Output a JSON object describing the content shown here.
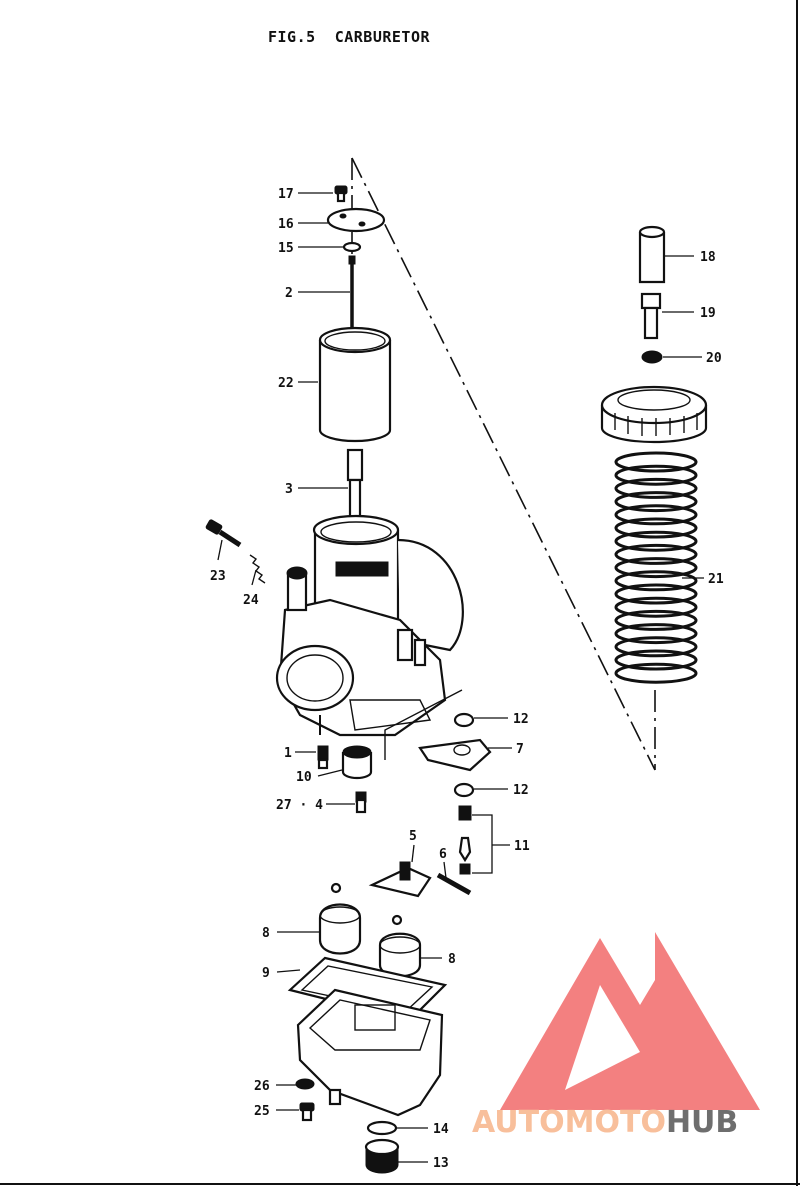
{
  "title": "FIG.5  CARBURETOR",
  "labels": {
    "l17": "17",
    "l16": "16",
    "l15": "15",
    "l2": "2",
    "l22": "22",
    "l3": "3",
    "l23": "23",
    "l24": "24",
    "l1": "1",
    "l10": "10",
    "l27_4": "27 · 4",
    "l5": "5",
    "l6": "6",
    "l8a": "8",
    "l9": "9",
    "l8b": "8",
    "l26": "26",
    "l25": "25",
    "l14": "14",
    "l13": "13",
    "l18": "18",
    "l19": "19",
    "l20": "20",
    "l21": "21",
    "l12a": "12",
    "l7": "7",
    "l12b": "12",
    "l11": "11"
  },
  "watermark": {
    "part1": "AUTOMOTO",
    "part2": "HUB",
    "color_main": "#f26b6b",
    "color_part1": "#f7b48a",
    "color_part2": "#555555"
  }
}
